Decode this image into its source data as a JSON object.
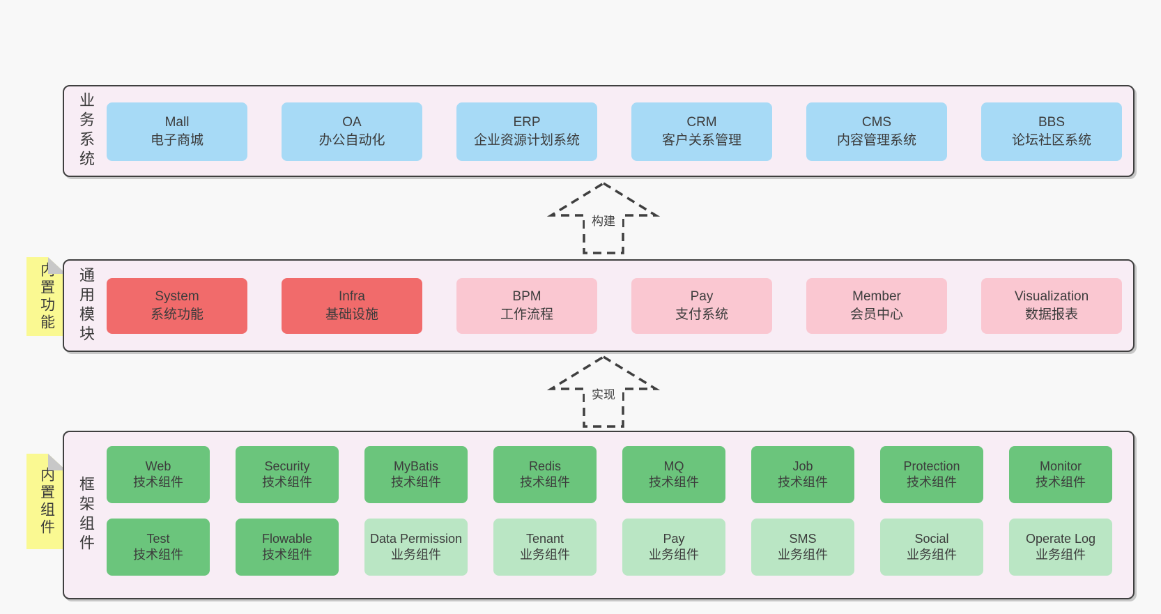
{
  "colors": {
    "page_bg": "#f8f8f8",
    "layer_bg": "#f8edf5",
    "layer_border": "#3f3f3f",
    "blue_box": "#a7daf6",
    "red_box": "#f16b6b",
    "pink_box": "#fac7d1",
    "green_box": "#6bc57c",
    "light_green_box": "#bae6c4",
    "note_bg": "#faf992",
    "note_fold": "#c8c8c8",
    "text": "#3c3c3c"
  },
  "arrows": {
    "build": "构建",
    "implement": "实现"
  },
  "layers": {
    "business": {
      "label": "业务系统",
      "boxes": [
        {
          "name": "Mall",
          "desc": "电子商城",
          "color": "blue"
        },
        {
          "name": "OA",
          "desc": "办公自动化",
          "color": "blue"
        },
        {
          "name": "ERP",
          "desc": "企业资源计划系统",
          "color": "blue"
        },
        {
          "name": "CRM",
          "desc": "客户关系管理",
          "color": "blue"
        },
        {
          "name": "CMS",
          "desc": "内容管理系统",
          "color": "blue"
        },
        {
          "name": "BBS",
          "desc": "论坛社区系统",
          "color": "blue"
        }
      ]
    },
    "modules": {
      "label": "通用模块",
      "note": "内置功能",
      "boxes": [
        {
          "name": "System",
          "desc": "系统功能",
          "color": "red"
        },
        {
          "name": "Infra",
          "desc": "基础设施",
          "color": "red"
        },
        {
          "name": "BPM",
          "desc": "工作流程",
          "color": "pink"
        },
        {
          "name": "Pay",
          "desc": "支付系统",
          "color": "pink"
        },
        {
          "name": "Member",
          "desc": "会员中心",
          "color": "pink"
        },
        {
          "name": "Visualization",
          "desc": "数据报表",
          "color": "pink"
        }
      ]
    },
    "components": {
      "label": "框架组件",
      "note": "内置组件",
      "rows": [
        [
          {
            "name": "Web",
            "desc": "技术组件",
            "color": "green"
          },
          {
            "name": "Security",
            "desc": "技术组件",
            "color": "green"
          },
          {
            "name": "MyBatis",
            "desc": "技术组件",
            "color": "green"
          },
          {
            "name": "Redis",
            "desc": "技术组件",
            "color": "green"
          },
          {
            "name": "MQ",
            "desc": "技术组件",
            "color": "green"
          },
          {
            "name": "Job",
            "desc": "技术组件",
            "color": "green"
          },
          {
            "name": "Protection",
            "desc": "技术组件",
            "color": "green"
          },
          {
            "name": "Monitor",
            "desc": "技术组件",
            "color": "green"
          }
        ],
        [
          {
            "name": "Test",
            "desc": "技术组件",
            "color": "green"
          },
          {
            "name": "Flowable",
            "desc": "技术组件",
            "color": "green"
          },
          {
            "name": "Data Permission",
            "desc": "业务组件",
            "color": "lightgreen"
          },
          {
            "name": "Tenant",
            "desc": "业务组件",
            "color": "lightgreen"
          },
          {
            "name": "Pay",
            "desc": "业务组件",
            "color": "lightgreen"
          },
          {
            "name": "SMS",
            "desc": "业务组件",
            "color": "lightgreen"
          },
          {
            "name": "Social",
            "desc": "业务组件",
            "color": "lightgreen"
          },
          {
            "name": "Operate Log",
            "desc": "业务组件",
            "color": "lightgreen"
          }
        ]
      ]
    }
  }
}
